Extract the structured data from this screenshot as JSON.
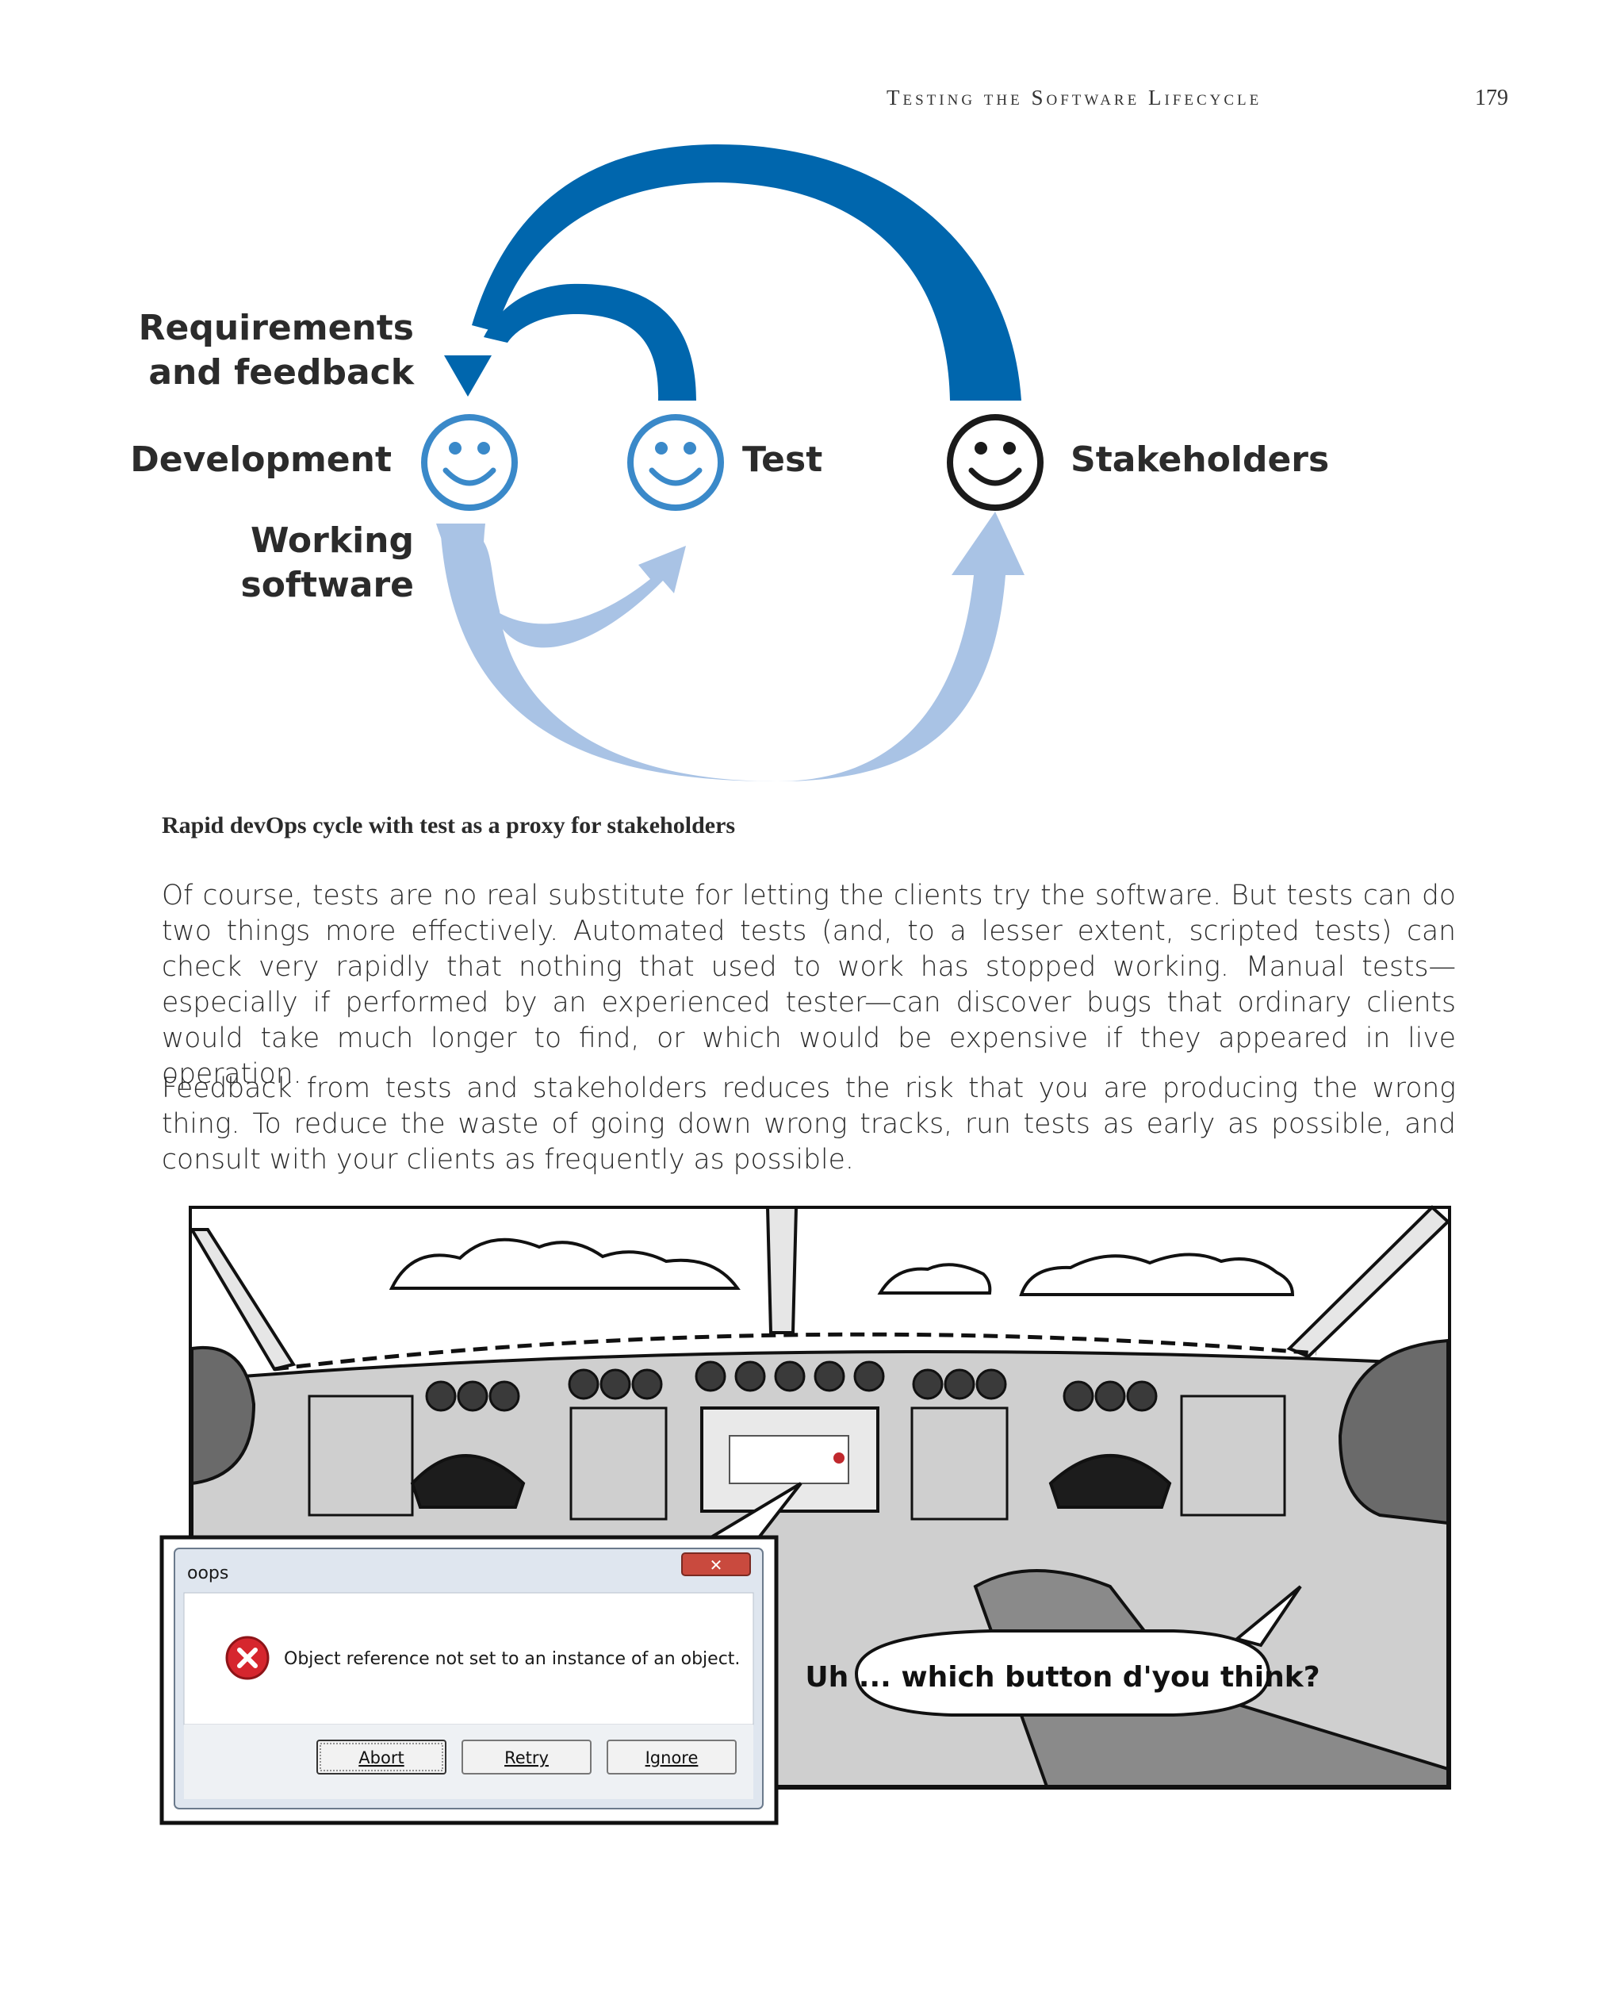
{
  "header": {
    "running_title": "Testing the Software Lifecycle",
    "page_number": "179"
  },
  "diagram": {
    "labels": {
      "requirements_line1": "Requirements",
      "requirements_line2": "and feedback",
      "development": "Development",
      "test": "Test",
      "stakeholders": "Stakeholders",
      "working_line1": "Working",
      "working_line2": "software"
    },
    "colors": {
      "feedback_arrow": "#0066ad",
      "software_arrow": "#a9c3e5",
      "team_face": "#3a89c9",
      "stakeholder_face": "#1a1a1a"
    },
    "caption": "Rapid devOps cycle with test as a proxy for stakeholders"
  },
  "body": {
    "paragraph1": "Of course, tests are no real substitute for letting the clients try the software. But tests can do two things more effectively. Automated tests (and, to a lesser extent, scripted tests) can check very rapidly that nothing that used to work has stopped working. Manual tests—especially if performed by an experienced tester—can discover bugs that ordinary clients would take much longer to find, or which would be expensive if they appeared in live operation.",
    "paragraph2": "Feedback from tests and stakeholders reduces the risk that you are producing the wrong thing. To reduce the waste of going down wrong tracks, run tests as early as possible, and consult with your clients as frequently as possible."
  },
  "cartoon": {
    "dialog": {
      "title": "oops",
      "message": "Object reference not set to an instance of an object.",
      "buttons": [
        "Abort",
        "Retry",
        "Ignore"
      ],
      "close_glyph": "✕"
    },
    "speech": "Uh ... which button d'you think?"
  }
}
